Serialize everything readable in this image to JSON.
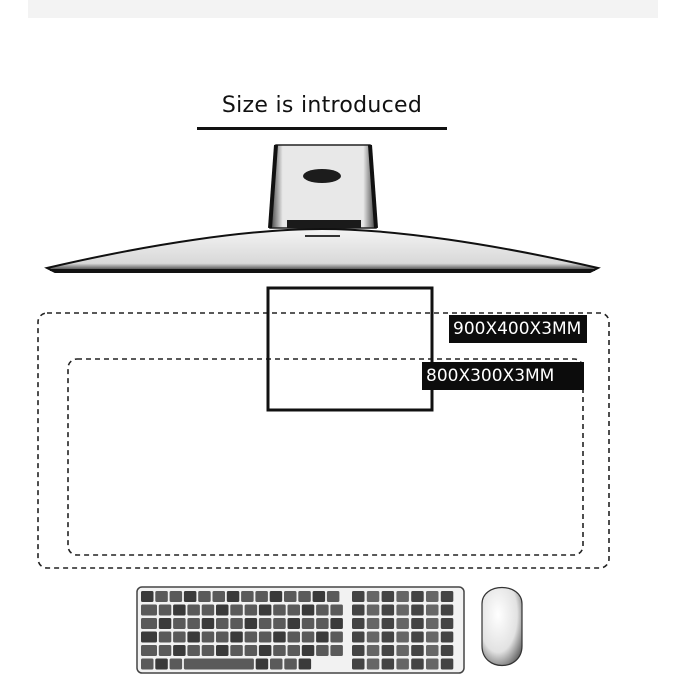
{
  "diagram": {
    "title": "Size is introduced",
    "sizes": [
      {
        "label": "900X400X3MM"
      },
      {
        "label": "800X300X3MM"
      }
    ]
  },
  "icons": {
    "monitor": "monitor-icon",
    "keyboard": "keyboard-icon",
    "mouse": "mouse-icon"
  },
  "colors": {
    "label_background": "#0c0c0c",
    "label_text": "#ffffff",
    "line": "#111111"
  }
}
